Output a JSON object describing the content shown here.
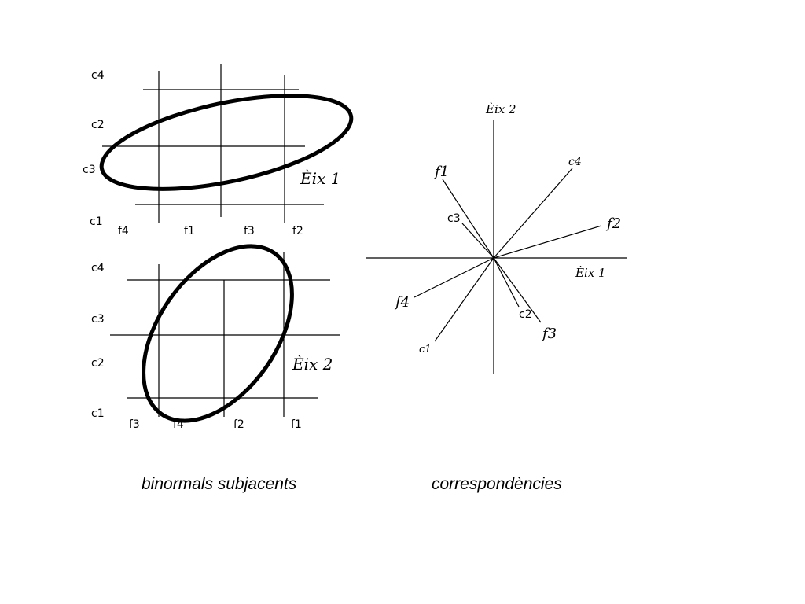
{
  "panel_top": {
    "row_labels": [
      "c4",
      "c2",
      "c3",
      "c1"
    ],
    "col_labels": [
      "f4",
      "f1",
      "f3",
      "f2"
    ],
    "axis_label": "Èix 1"
  },
  "panel_bottom": {
    "row_labels": [
      "c4",
      "c3",
      "c2",
      "c1"
    ],
    "col_labels": [
      "f3",
      "f4",
      "f2",
      "f1"
    ],
    "axis_label": "Èix 2"
  },
  "biplot": {
    "axis_vertical_label": "Èix 2",
    "axis_horizontal_label": "Èix 1",
    "f1_label": "f1",
    "f2_label": "f2",
    "f3_label": "f3",
    "f4_label": "f4",
    "c1_label": "c1",
    "c2_label": "c2",
    "c3_label": "c3",
    "c4_label": "c4"
  },
  "captions": {
    "left": "binormals subjacents",
    "right": "correspondències"
  }
}
